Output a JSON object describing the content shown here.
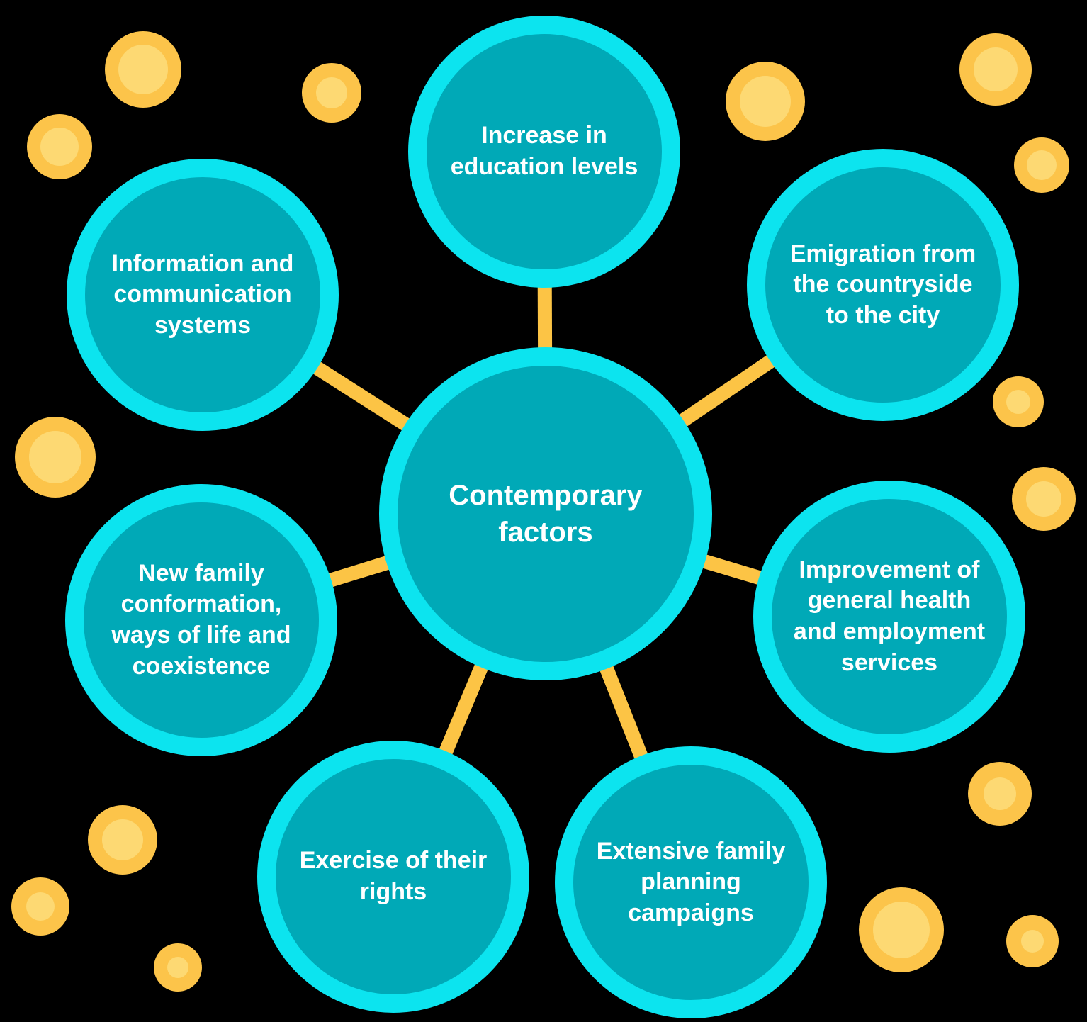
{
  "diagram": {
    "title": "Contemporary factors mind map",
    "center": {
      "label": "Contemporary factors"
    },
    "nodes": [
      {
        "id": "increase-education",
        "position": "top",
        "label": "Increase in education levels"
      },
      {
        "id": "emigration-city",
        "position": "top-right",
        "label": "Emigration from the countryside to the city"
      },
      {
        "id": "health-employment",
        "position": "right",
        "label": "Improvement of general health and employment services"
      },
      {
        "id": "family-planning",
        "position": "bottom-right",
        "label": "Extensive family planning campaigns"
      },
      {
        "id": "exercise-rights",
        "position": "bottom-left",
        "label": "Exercise of their rights"
      },
      {
        "id": "family-conformation",
        "position": "left",
        "label": "New family conformation, ways of life and coexistence"
      },
      {
        "id": "information-systems",
        "position": "top-left",
        "label": "Information and communication systems"
      }
    ],
    "colors": {
      "node_fill": "#00A9B7",
      "node_border": "#0CE4EF",
      "connector": "#FCC445",
      "dot_outer": "#FCC44A",
      "dot_inner": "#FDD973",
      "text": "#FFFFFF",
      "background": "#000000"
    }
  }
}
